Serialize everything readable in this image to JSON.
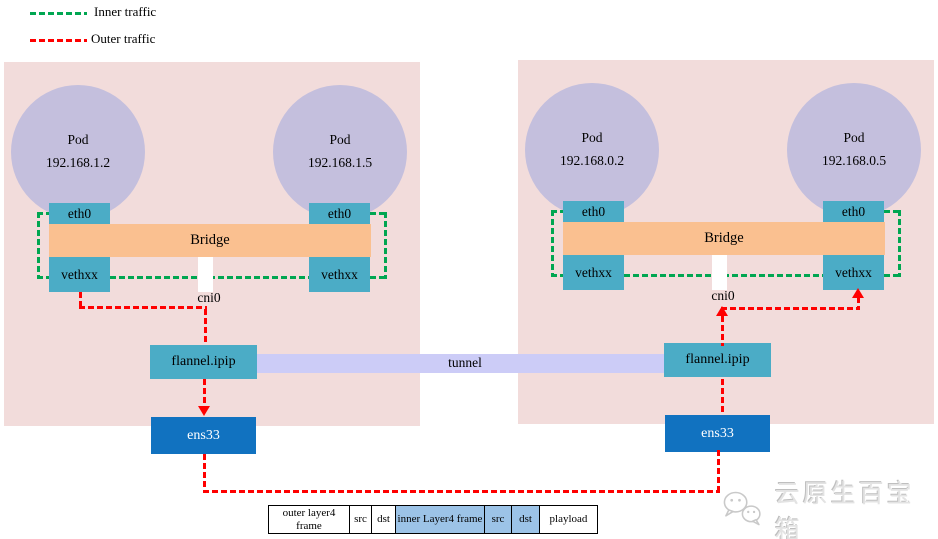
{
  "legend": {
    "items": [
      {
        "label": "Inner traffic",
        "color": "#00a651",
        "style": "dashed"
      },
      {
        "label": "Outer traffic",
        "color": "#ff0000",
        "style": "dashed"
      }
    ]
  },
  "nodes": [
    {
      "pods": [
        {
          "name": "Pod",
          "ip": "192.168.1.2"
        },
        {
          "name": "Pod",
          "ip": "192.168.1.5"
        }
      ],
      "ports": {
        "eth_left": "eth0",
        "eth_right": "eth0",
        "veth_left": "vethxx",
        "veth_right": "vethxx"
      },
      "bridge_label": "Bridge",
      "cni_label": "cni0",
      "flannel_label": "flannel.ipip",
      "nic_label": "ens33"
    },
    {
      "pods": [
        {
          "name": "Pod",
          "ip": "192.168.0.2"
        },
        {
          "name": "Pod",
          "ip": "192.168.0.5"
        }
      ],
      "ports": {
        "eth_left": "eth0",
        "eth_right": "eth0",
        "veth_left": "vethxx",
        "veth_right": "vethxx"
      },
      "bridge_label": "Bridge",
      "cni_label": "cni0",
      "flannel_label": "flannel.ipip",
      "nic_label": "ens33"
    }
  ],
  "tunnel": {
    "label": "tunnel",
    "color": "#ccccf7"
  },
  "frame_table": {
    "cells": [
      {
        "label": "outer layer4 frame",
        "highlighted": false
      },
      {
        "label": "src",
        "highlighted": false
      },
      {
        "label": "dst",
        "highlighted": false
      },
      {
        "label": "inner Layer4 frame",
        "highlighted": true
      },
      {
        "label": "src",
        "highlighted": true
      },
      {
        "label": "dst",
        "highlighted": true
      },
      {
        "label": "playload",
        "highlighted": false
      }
    ],
    "highlight_color": "#9cc3e7"
  },
  "watermark": {
    "label": "云原生百宝箱"
  },
  "colors": {
    "node_background": "#f2dcdb",
    "pod_circle": "#c4bfdd",
    "port_box": "#4bacc6",
    "bridge_bar": "#fac090",
    "nic_box": "#1172c0",
    "tunnel_band": "#ccccf7",
    "inner_traffic": "#00a651",
    "outer_traffic": "#ff0000"
  }
}
